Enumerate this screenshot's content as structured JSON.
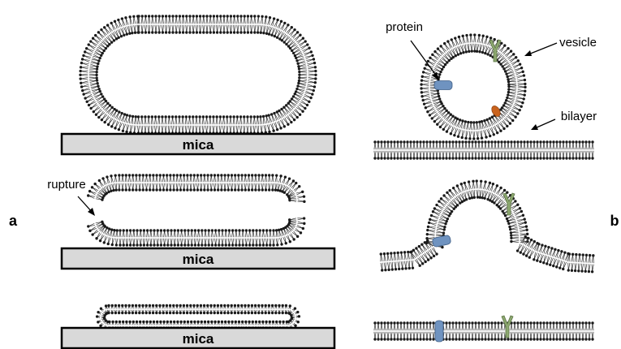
{
  "panels": {
    "a": {
      "letter": "a"
    },
    "b": {
      "letter": "b"
    }
  },
  "substrate": {
    "label": "mica"
  },
  "labels": {
    "rupture": "rupture",
    "protein": "protein",
    "vesicle": "vesicle",
    "bilayer": "bilayer"
  },
  "colors": {
    "background": "#ffffff",
    "mica_fill": "#d9d9d9",
    "lipid_head": "#1a1a1a",
    "lipid_tail": "#333333",
    "protein_blue": "#6f93c0",
    "protein_green": "#8da870",
    "protein_orange": "#c9631e"
  }
}
